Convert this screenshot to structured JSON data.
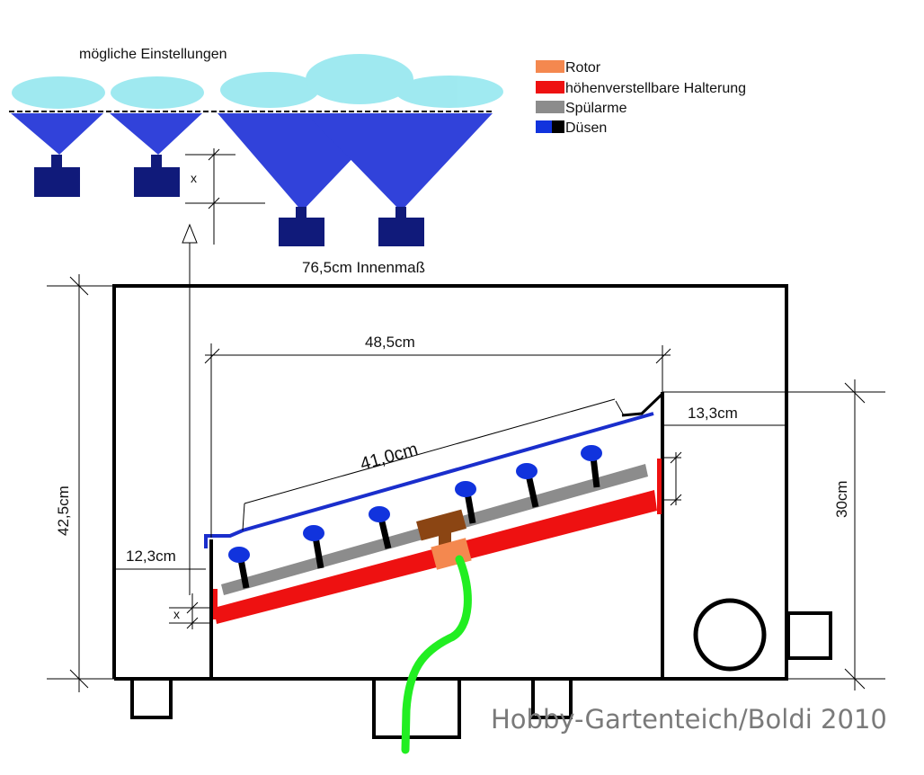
{
  "title": "mögliche Einstellungen",
  "legend": [
    {
      "label": "Rotor",
      "color": "#f4884f"
    },
    {
      "label": "höhenverstellbare Halterung",
      "color": "#ee1111"
    },
    {
      "label": "Spülarme",
      "color": "#8c8c8c"
    },
    {
      "label": "Düsen",
      "color": "#1133dd",
      "color2": "#000000"
    }
  ],
  "dimensions": {
    "inner_width": "76,5cm Innenmaß",
    "height_total": "42,5cm",
    "top_span": "48,5cm",
    "sieve_length": "41,0cm",
    "right_step": "13,3cm",
    "right_height": "30cm",
    "left_step": "12,3cm",
    "x_small": "x",
    "x_inset": "x"
  },
  "watermark": "Hobby-Gartenteich/Boldi 2010",
  "colors": {
    "outline": "#000000",
    "sieve": "#1a2ecc",
    "bracket": "#ee1111",
    "arm": "#8c8c8c",
    "rotor": "#f4884f",
    "rotor_hub": "#8b4513",
    "hose": "#22ee22",
    "nozzle_block": "#101a7a",
    "spray": "#1b2ed6",
    "mist": "#8fe6ee"
  }
}
